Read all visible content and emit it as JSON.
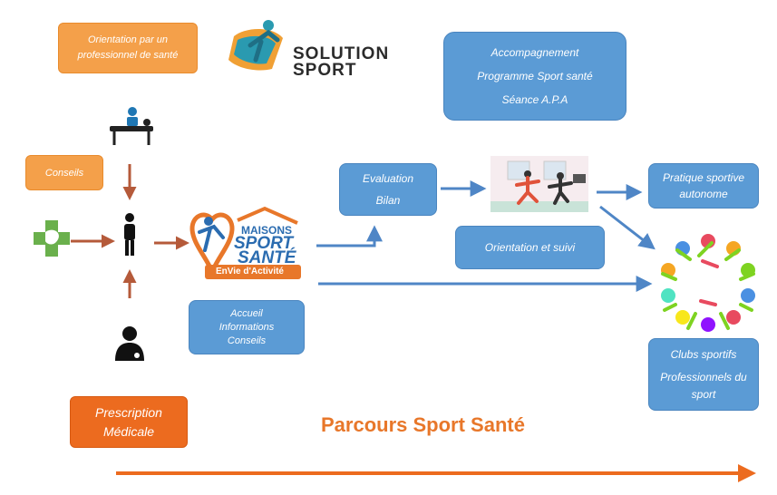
{
  "title": "Parcours Sport Santé",
  "logos": {
    "solution_line1": "SOLUTION",
    "solution_line2": "SPORT",
    "maisons_line1": "MAISONS",
    "maisons_line2": "SPORT",
    "maisons_line3": "SANTÉ",
    "maisons_tagline": "EnVie d'Activité"
  },
  "boxes": {
    "orientation_pro": [
      "Orientation par un",
      "professionnel de santé"
    ],
    "conseils": "Conseils",
    "accompagnement": [
      "Accompagnement",
      "Programme Sport santé",
      "Séance A.P.A"
    ],
    "evaluation": [
      "Evaluation",
      "Bilan"
    ],
    "orientation_suivi": "Orientation et suivi",
    "pratique_autonome": [
      "Pratique sportive",
      "autonome"
    ],
    "accueil": [
      "Accueil",
      "Informations",
      "Conseils"
    ],
    "clubs": [
      "Clubs sportifs",
      "Professionnels du",
      "sport"
    ],
    "prescription": [
      "Prescription",
      "Médicale"
    ]
  },
  "colors": {
    "blue_box": "#5b9bd5",
    "orange_box": "#f4a04a",
    "prescription_box": "#ec6b1f",
    "title": "#e8772a",
    "blue_arrow": "#4f86c6",
    "brown_arrow": "#b55a3a",
    "timeline_arrow": "#ec6b1f"
  },
  "icons": [
    "physiotherapy-icon",
    "pharmacy-cross-icon",
    "person-icon",
    "doctor-icon",
    "yoga-class-image",
    "sport-figures-circle-image"
  ]
}
